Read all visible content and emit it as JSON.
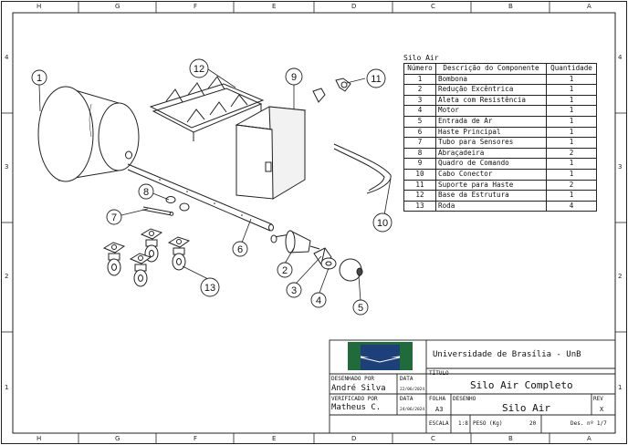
{
  "zones": {
    "top": [
      "H",
      "G",
      "F",
      "E",
      "D",
      "C",
      "B",
      "A"
    ],
    "bottom": [
      "H",
      "G",
      "F",
      "E",
      "D",
      "C",
      "B",
      "A"
    ],
    "left": [
      "4",
      "3",
      "2",
      "1"
    ],
    "right": [
      "4",
      "3",
      "2",
      "1"
    ]
  },
  "bom": {
    "title": "Silo Air",
    "headers": [
      "Número",
      "Descrição do Componente",
      "Quantidade"
    ],
    "rows": [
      [
        "1",
        "Bombona",
        "1"
      ],
      [
        "2",
        "Redução Excêntrica",
        "1"
      ],
      [
        "3",
        "Aleta com Resistência",
        "1"
      ],
      [
        "4",
        "Motor",
        "1"
      ],
      [
        "5",
        "Entrada de Ar",
        "1"
      ],
      [
        "6",
        "Haste Principal",
        "1"
      ],
      [
        "7",
        "Tubo para Sensores",
        "1"
      ],
      [
        "8",
        "Abraçadeira",
        "2"
      ],
      [
        "9",
        "Quadro de Comando",
        "1"
      ],
      [
        "10",
        "Cabo Conector",
        "1"
      ],
      [
        "11",
        "Suporte para Haste",
        "2"
      ],
      [
        "12",
        "Base da Estrutura",
        "1"
      ],
      [
        "13",
        "Roda",
        "4"
      ]
    ]
  },
  "balloons": [
    "1",
    "2",
    "3",
    "4",
    "5",
    "6",
    "7",
    "8",
    "9",
    "10",
    "11",
    "12",
    "13"
  ],
  "title_block": {
    "institution": "Universidade de Brasília - UnB",
    "drawn_by_label": "DESENHADO POR",
    "drawn_by": "André Silva",
    "date_label": "DATA",
    "drawn_date": "22/06/2024",
    "checked_by_label": "VERIFICADO POR",
    "checked_by": "Matheus C.",
    "checked_date": "24/06/2024",
    "title_label": "TÍTULO",
    "title": "Silo Air Completo",
    "sheet_label": "FOLHA",
    "sheet_size": "A3",
    "drawing_label": "DESENHO",
    "drawing": "Silo Air",
    "rev_label": "REV",
    "rev": "X",
    "scale_label": "ESCALA",
    "scale": "1:8",
    "weight_label": "PESO (Kg)",
    "weight": "20",
    "sheet_no": "Des. nº 1/7"
  },
  "colors": {
    "line": "#222222",
    "logo_green": "#1f6b3a",
    "logo_blue": "#1d3f7a"
  }
}
